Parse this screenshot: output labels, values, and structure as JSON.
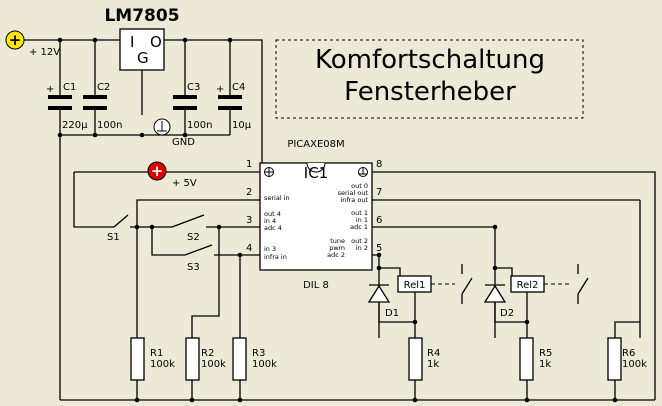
{
  "title": {
    "line1": "Komfortschaltung",
    "line2": "Fensterheber"
  },
  "regulator": {
    "name": "LM7805",
    "pin_in": "I",
    "pin_out": "O",
    "pin_gnd": "G"
  },
  "power": {
    "supply_label": "+ 12V",
    "logic_label": "+ 5V",
    "ground_label": "GND"
  },
  "capacitors": [
    {
      "name": "C1",
      "value": "220µ",
      "polarized": true
    },
    {
      "name": "C2",
      "value": "100n",
      "polarized": false
    },
    {
      "name": "C3",
      "value": "100n",
      "polarized": false
    },
    {
      "name": "C4",
      "value": "10µ",
      "polarized": true
    }
  ],
  "ic": {
    "part": "PICAXE08M",
    "ref": "IC1",
    "package": "DIL 8",
    "left_pins": [
      "1",
      "2",
      "3",
      "4"
    ],
    "right_pins": [
      "8",
      "7",
      "6",
      "5"
    ],
    "left_functions": [
      [],
      [
        "serial in"
      ],
      [
        "out 4",
        "in 4",
        "adc 4"
      ],
      [
        "in 3",
        "infra in"
      ]
    ],
    "right_functions": [
      [],
      [
        "out 0",
        "serial out",
        "infra out"
      ],
      [
        "out 1",
        "in 1",
        "adc 1"
      ],
      [
        "tune",
        "pwm",
        "adc 2",
        "out 2",
        "in 2"
      ]
    ]
  },
  "switches": [
    "S1",
    "S2",
    "S3"
  ],
  "resistors": [
    {
      "name": "R1",
      "value": "100k"
    },
    {
      "name": "R2",
      "value": "100k"
    },
    {
      "name": "R3",
      "value": "100k"
    },
    {
      "name": "R4",
      "value": "1k"
    },
    {
      "name": "R5",
      "value": "1k"
    },
    {
      "name": "R6",
      "value": "100k"
    }
  ],
  "diodes": [
    "D1",
    "D2"
  ],
  "relays": [
    "Rel1",
    "Rel2"
  ],
  "colors": {
    "background": "#ECEAD6",
    "supply_terminal": "#FFE600",
    "logic_terminal": "#E00000",
    "ink": "#000000"
  }
}
